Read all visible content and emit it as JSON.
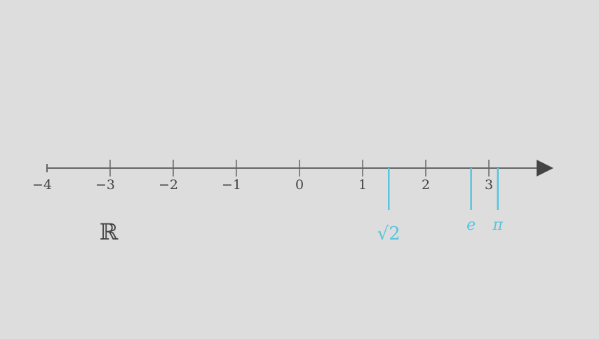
{
  "set_symbol": "ℝ",
  "axis": {
    "min": -4,
    "max": 3.9,
    "ticks": [
      {
        "value": -4,
        "label": "−4"
      },
      {
        "value": -3,
        "label": "−3"
      },
      {
        "value": -2,
        "label": "−2"
      },
      {
        "value": -1,
        "label": "−1"
      },
      {
        "value": 0,
        "label": "0"
      },
      {
        "value": 1,
        "label": "1"
      },
      {
        "value": 2,
        "label": "2"
      },
      {
        "value": 3,
        "label": "3"
      }
    ]
  },
  "special_points": [
    {
      "id": "sqrt2",
      "value": 1.414,
      "label": "√2"
    },
    {
      "id": "e",
      "value": 2.718,
      "label": "e"
    },
    {
      "id": "pi",
      "value": 3.1416,
      "label": "π"
    }
  ],
  "colors": {
    "background": "#dddddd",
    "axis": "#666666",
    "arrow": "#444444",
    "tick_label": "#444444",
    "highlight": "#58c4dd",
    "set_symbol": "#444444"
  }
}
